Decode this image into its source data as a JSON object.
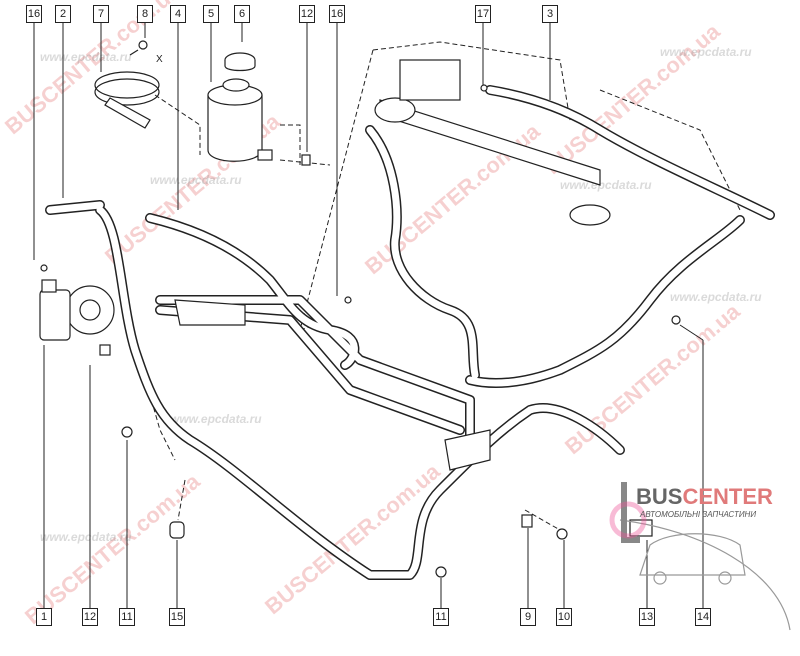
{
  "callouts_top": [
    "16",
    "2",
    "7",
    "8",
    "4",
    "5",
    "6",
    "12",
    "16",
    "17",
    "3"
  ],
  "callouts_bottom": [
    "1",
    "12",
    "11",
    "15",
    "11",
    "9",
    "10",
    "13",
    "14"
  ],
  "axis_mark": "X",
  "watermarks": {
    "site": "BUSCENTER.com.ua",
    "catalog": "www.epcdata.ru"
  },
  "logo": {
    "brand_a": "BUS",
    "brand_b": "CENTER",
    "tagline": "АВТОМОБІЛЬНІ ЗАПЧАСТИНИ"
  },
  "colors": {
    "line": "#222222",
    "watermark": "#e07a7a"
  }
}
